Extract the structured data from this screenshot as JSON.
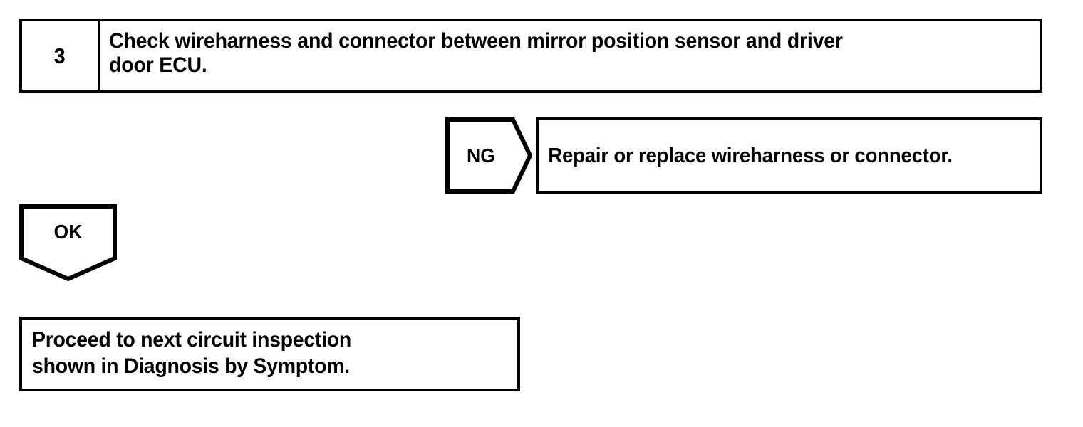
{
  "diagram": {
    "type": "troubleshooting-flowchart",
    "line_color": "#000000",
    "background_color": "#ffffff",
    "step": {
      "number": "3",
      "instruction": "Check wireharness and connector between mirror position sensor and driver\ndoor ECU."
    },
    "branches": [
      {
        "flag_label": "NG",
        "flag_shape": "right-arrow-pentagon",
        "result_text": "Repair or replace wireharness or connector."
      },
      {
        "flag_label": "OK",
        "flag_shape": "down-arrow-pentagon",
        "result_text": "Proceed to next circuit inspection\n shown in Diagnosis by Symptom."
      }
    ]
  }
}
